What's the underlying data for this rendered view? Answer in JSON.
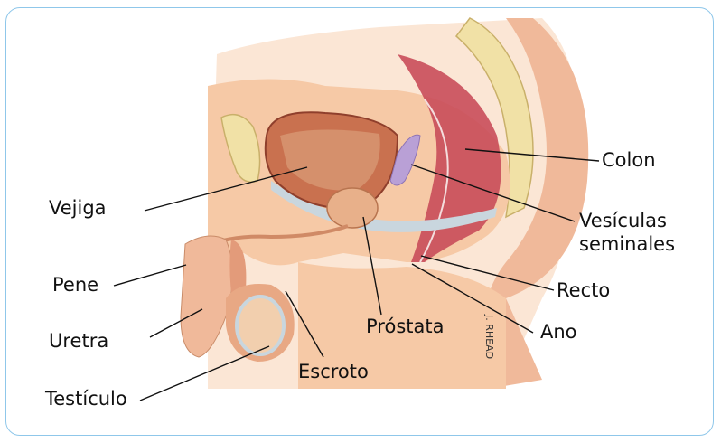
{
  "labels": {
    "vejiga": "Vejiga",
    "pene": "Pene",
    "uretra": "Uretra",
    "testiculo": "Testículo",
    "escroto": "Escroto",
    "prostata": "Próstata",
    "colon": "Colon",
    "vesiculas_line1": "Vesículas",
    "vesiculas_line2": "seminales",
    "recto": "Recto",
    "ano": "Ano"
  },
  "signature": "J. RHEAD",
  "colors": {
    "frame": "#8fc7ea",
    "skin": "#f6c9a6",
    "skin_dark": "#e8a884",
    "bladder": "#c9714f",
    "rectum": "#c94d5a",
    "bone": "#f1e1a6",
    "vesicle": "#b9a0d6"
  }
}
